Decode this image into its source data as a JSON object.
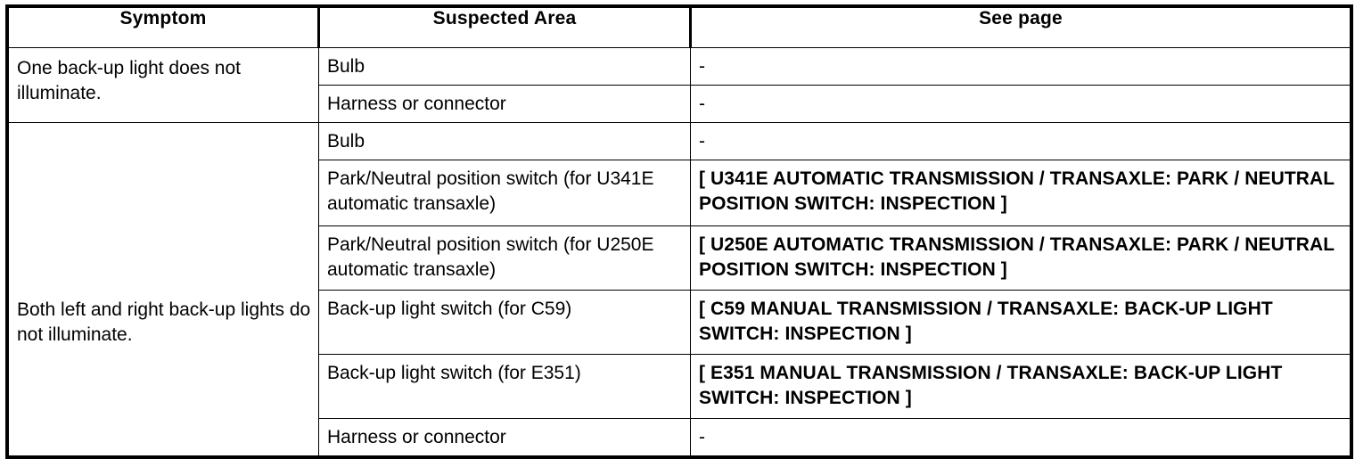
{
  "table": {
    "headers": [
      {
        "id": "symptom",
        "label": "Symptom"
      },
      {
        "id": "suspected_area",
        "label": "Suspected Area"
      },
      {
        "id": "see_page",
        "label": "See page"
      }
    ],
    "groups": [
      {
        "symptom": "One back-up light does not illuminate.",
        "rows": [
          {
            "suspected_area": "Bulb",
            "see_page": "-",
            "bold": false
          },
          {
            "suspected_area": "Harness or connector",
            "see_page": "-",
            "bold": false
          }
        ]
      },
      {
        "symptom": "Both left and right back-up lights do not illuminate.",
        "rows": [
          {
            "suspected_area": "Bulb",
            "see_page": "-",
            "bold": false
          },
          {
            "suspected_area": "Park/Neutral position switch (for U341E automatic transaxle)",
            "see_page": "[ U341E AUTOMATIC TRANSMISSION / TRANSAXLE: PARK / NEUTRAL POSITION SWITCH: INSPECTION ]",
            "bold": true
          },
          {
            "suspected_area": "Park/Neutral position switch (for U250E automatic transaxle)",
            "see_page": "[ U250E AUTOMATIC TRANSMISSION / TRANSAXLE: PARK / NEUTRAL POSITION SWITCH: INSPECTION ]",
            "bold": true
          },
          {
            "suspected_area": "Back-up light switch (for C59)",
            "see_page": "[ C59 MANUAL TRANSMISSION / TRANSAXLE: BACK-UP LIGHT SWITCH: INSPECTION ]",
            "bold": true
          },
          {
            "suspected_area": "Back-up light switch (for E351)",
            "see_page": "[ E351 MANUAL TRANSMISSION / TRANSAXLE: BACK-UP LIGHT SWITCH: INSPECTION ]",
            "bold": true
          },
          {
            "suspected_area": "Harness or connector",
            "see_page": "-",
            "bold": false
          }
        ]
      }
    ]
  },
  "colors": {
    "text": "#000000",
    "rule": "#000000",
    "background": "#ffffff"
  }
}
